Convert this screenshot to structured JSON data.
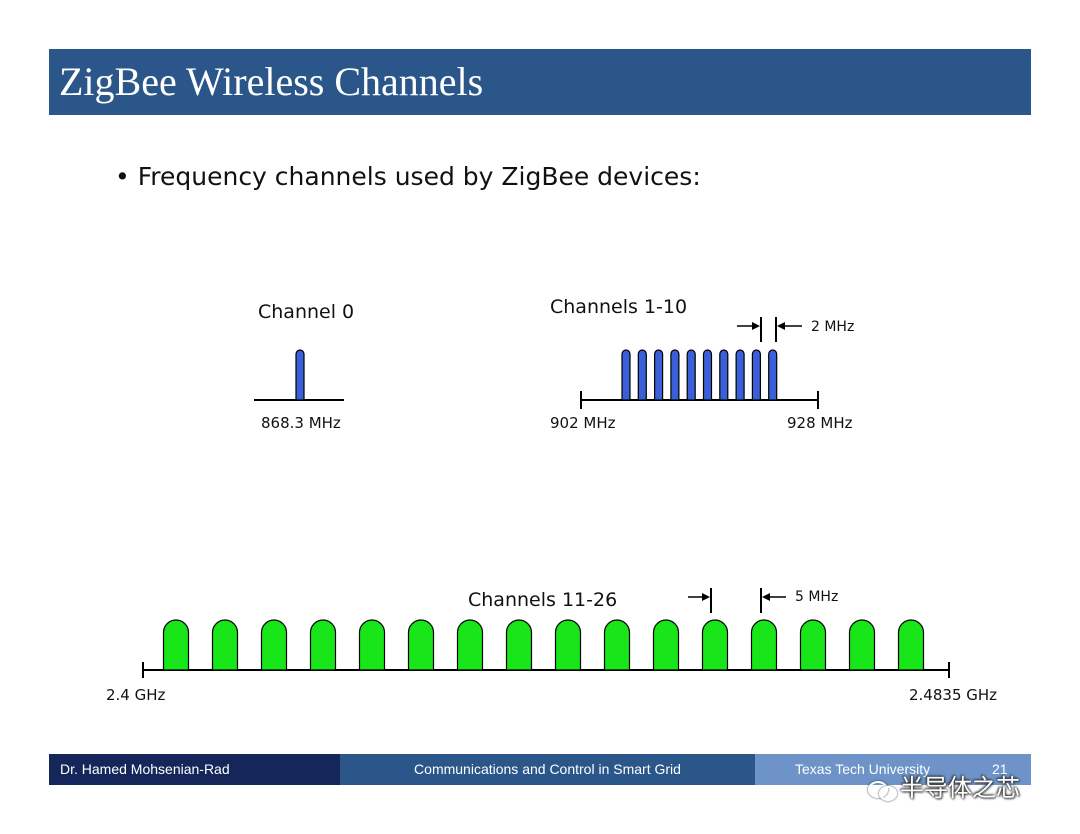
{
  "slide": {
    "title": "ZigBee Wireless Channels",
    "bullet": "Frequency channels used by ZigBee devices:"
  },
  "colors": {
    "title_bar": "#2a5689",
    "band_868_915": "#3b5fd8",
    "band_2400": "#19e619",
    "footer_left": "#15275a",
    "footer_mid": "#2a5689",
    "footer_right": "#6d93c8"
  },
  "bands": {
    "ch0": {
      "label": "Channel 0",
      "freq_label": "868.3 MHz",
      "channel_count": 1
    },
    "ch1_10": {
      "label": "Channels 1-10",
      "start_label": "902 MHz",
      "end_label": "928 MHz",
      "spacing_label": "2 MHz",
      "channel_count": 10
    },
    "ch11_26": {
      "label": "Channels 11-26",
      "start_label": "2.4 GHz",
      "end_label": "2.4835 GHz",
      "spacing_label": "5 MHz",
      "channel_count": 16
    }
  },
  "footer": {
    "author": "Dr. Hamed Mohsenian-Rad",
    "course": "Communications and Control in Smart Grid",
    "institution": "Texas Tech University",
    "page": "21"
  },
  "watermark": {
    "text": "半导体之芯",
    "icon": "wechat-icon"
  }
}
